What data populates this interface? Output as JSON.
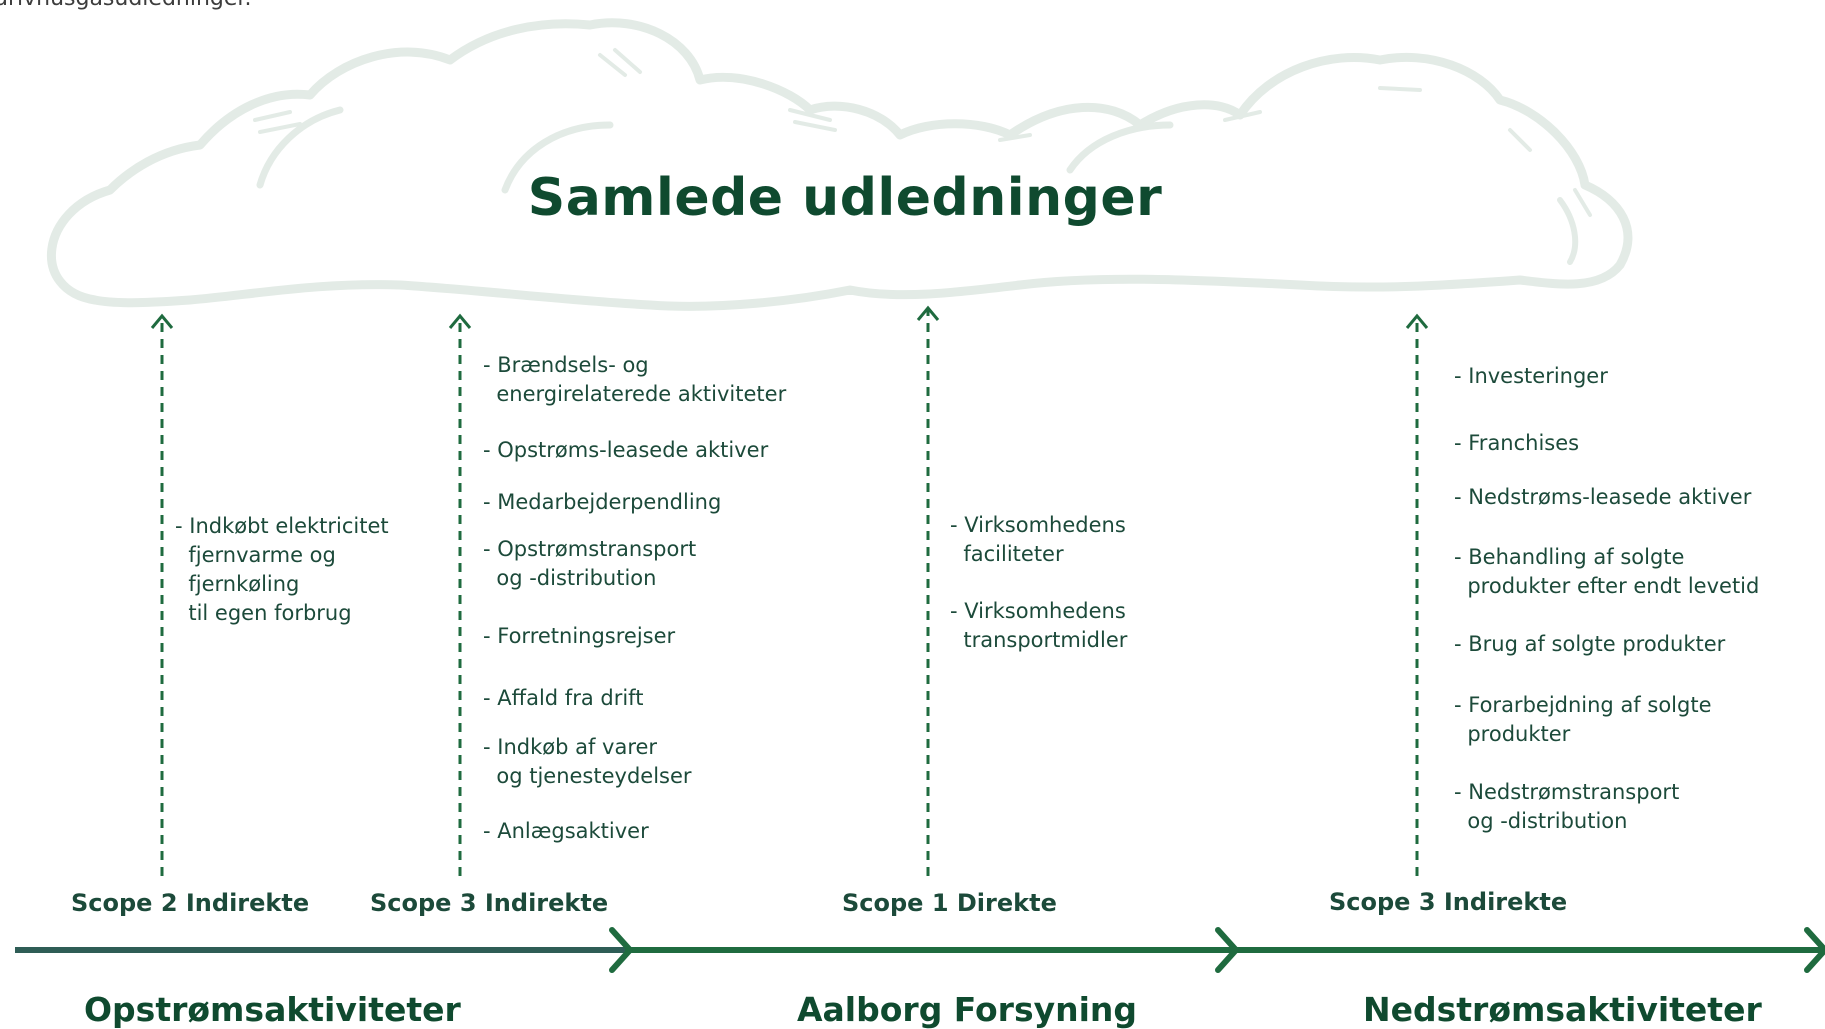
{
  "intro_text": "drivhusgasudledninger.",
  "cloud": {
    "title": "Samlede udledninger"
  },
  "columns": [
    {
      "scope": "Scope 2 Indirekte",
      "items": [
        "- Indkøbt elektricitet\n  fjernvarme og\n  fjernkøling\n  til egen forbrug"
      ]
    },
    {
      "scope": "Scope 3 Indirekte",
      "items": [
        "- Brændsels- og\n  energirelaterede aktiviteter",
        "- Opstrøms-leasede aktiver",
        "- Medarbejderpendling",
        "- Opstrømstransport\n  og -distribution",
        "- Forretningsrejser",
        "- Affald fra drift",
        "- Indkøb af varer\n  og tjenesteydelser",
        "- Anlægsaktiver"
      ]
    },
    {
      "scope": "Scope 1 Direkte",
      "items": [
        "- Virksomhedens\n  faciliteter",
        "- Virksomhedens\n  transportmidler"
      ]
    },
    {
      "scope": "Scope 3 Indirekte",
      "items": [
        "- Investeringer",
        "- Franchises",
        "- Nedstrøms-leasede aktiver",
        "- Behandling af solgte\n  produkter efter endt levetid",
        "- Brug af solgte produkter",
        "- Forarbejdning af solgte\n  produkter",
        "- Nedstrømstransport\n  og -distribution"
      ]
    }
  ],
  "activities": [
    "Opstrømsaktiviteter",
    "Aalborg Forsyning",
    "Nedstrømsaktiviteter"
  ],
  "colors": {
    "dark_green": "#0f4a2f",
    "arrow_green": "#1f6b3f",
    "cloud": "#e3ebe6",
    "text": "#1c4a3a"
  }
}
